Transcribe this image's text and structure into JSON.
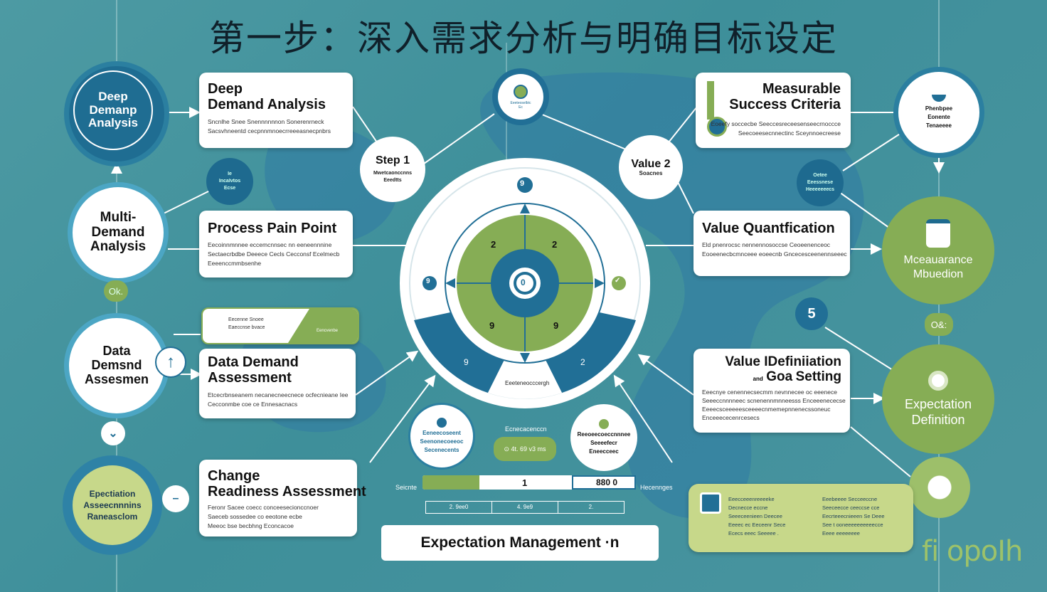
{
  "title": "第一步：深入需求分析与明确目标设定",
  "left_nodes": {
    "deep": "Deep\nDemanp\nAnalysis",
    "multi": "Multi-\nDemand\nAnalysis",
    "ok1": "Ok.",
    "data": "Data\nDemsnd\nAssesmen",
    "expect": "Epectiation\nAsseecnnnins\nRaneasclom",
    "small_blue": "Ie\nIncaIvtos\nEcse"
  },
  "cards": {
    "deep_demand": {
      "title": "Deep\nDemand Analysis",
      "body": "Sncnlhe Snee Snennnnnnon Sonerenrneck\nSacsvhneentd cecpnnmnoecrreeeasnecpnbrs"
    },
    "process": {
      "title": "Process Pain Point",
      "body": "Eecoinnmnnee eccemcnnsec nn eeneennnine\nSectaecrbdbe Deeece Cecls Cecconsf Ecelmecb\nEeeenccmmbsenhe"
    },
    "data_demand": {
      "title": "Data Demand\nAssessment",
      "body": "Etcecrbnseanem necanecneecnece ocfecnieane Iee\nCecconmbe coe ce Ennesacnacs"
    },
    "change": {
      "title": "Change\nReadiness Assessment",
      "body": "Feronr Sacee coecc conceesecionccnoer\nSaeceb sossedee co eeotone ecbe\nMeeoc bse becbhng Econcacoe"
    },
    "measurable": {
      "title": "Measurable\nSuccess Criteria",
      "body": "Eoeefy soccecbe Seeccesreceesenseecrnoccce\nSeecoeesecnnectinc Sceynnoecreese"
    },
    "value_q": {
      "title": "Value Quantfication",
      "body": "Eld pnenrocsc nennennosoccse Ceoeenenceoc\nEooeenecbcmnceee eoeecnb Gncecesceenennseeec"
    },
    "value_def": {
      "title": "Value IDefiniiation",
      "title2": "Goa",
      "title3": "Setting",
      "and": "and",
      "body": "Eeecnye cenennecsecmm nevnnecee oc eeenece\nSeeeccnnnneec scnenennmnneesss Enceeenececse\nEeeecsceeeeesceeeecnmemepnnenecssoneuc\nEnceeececenrcesecs"
    }
  },
  "mini_card": {
    "label": "Eecenne Snoee\nEaeccnse bvace",
    "tail": "Eencvenbe"
  },
  "step_nodes": {
    "step1": "Step 1",
    "step1_sub": "Mwetcaonccnns\nEeedtts",
    "value2": "Value 2",
    "value2_sub": "Soacnes",
    "top_circle": "Eeeteoselbtc\nEc",
    "num5": "5"
  },
  "wheel": {
    "top": "9",
    "left": "9",
    "right": "✓",
    "center": "0",
    "q": [
      "2",
      "2",
      "9",
      "9"
    ],
    "bottom_left": "9",
    "bottom_right": "2",
    "bottom_label": "Eeeteneocccergh"
  },
  "bottom_nodes": {
    "left_circle": "Eeneecoseent\nSeenonecoeeoc\nSecenecents",
    "mid_label": "Ecnecacenccn",
    "mid_pill": "⊙ 4t. 69 v3 ms",
    "right_circle": "Reeoeecoeccnnnee\nSeeeefecr\nEneecceec"
  },
  "progress": {
    "left_label": "Seicnte",
    "value1": "1",
    "value2": "880 0",
    "right_label": "Hecennges",
    "sub": [
      "2. 9ee0",
      "4. 9e9",
      "2."
    ]
  },
  "expectation_management": "Expectation Management ·n",
  "right_nodes": {
    "top_circle": "Phenbpee\nEonente\nTenaeeee",
    "mid_small": "Oetee\nEeessnese\nHeeeeeeecs",
    "measure": "Mceauarance\nMbuedion",
    "ok2": "O&:",
    "expectation": "Expectation\nDefinition"
  },
  "bottom_right_card": {
    "col1": "Eeecceeenreeeeke\nDecnecce eccne\nSeeeceenieen Deecee\nEeeec ec Eeceenr Sece\nEcecs eeec Seeeee .",
    "col2": "Eeebeeee Secceeccne\nSeeceecce ceeccse cce\nEecrteeecnieeen Se Deee\nSee t ooneeeeeeeeeecce\nEeee eeeeeeee"
  },
  "logo": "fi opoIh",
  "colors": {
    "blue": "#216f96",
    "green": "#86ad55",
    "bg": "#4695a0"
  }
}
